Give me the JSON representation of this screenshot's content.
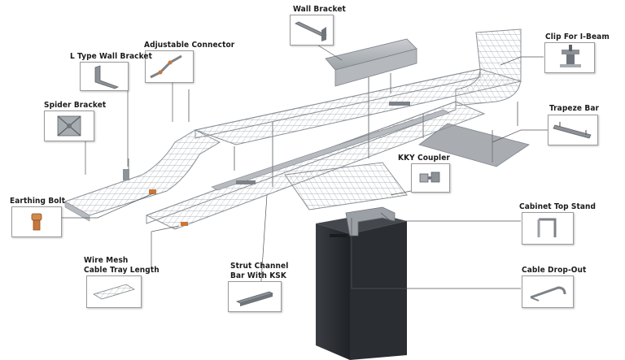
{
  "components": [
    {
      "id": "wall-bracket",
      "label": "Wall Bracket",
      "icon": "wall-bracket-icon"
    },
    {
      "id": "clip-for-i-beam",
      "label": "Clip For I-Beam",
      "icon": "i-beam-clip-icon"
    },
    {
      "id": "adjustable-connector",
      "label": "Adjustable Connector",
      "icon": "adjustable-connector-icon"
    },
    {
      "id": "l-type-wall-bracket",
      "label": "L Type Wall Bracket",
      "icon": "l-bracket-icon"
    },
    {
      "id": "spider-bracket",
      "label": "Spider Bracket",
      "icon": "spider-bracket-icon"
    },
    {
      "id": "trapeze-bar",
      "label": "Trapeze Bar",
      "icon": "trapeze-bar-icon"
    },
    {
      "id": "kky-coupler",
      "label": "KKY Coupler",
      "icon": "kky-coupler-icon"
    },
    {
      "id": "earthing-bolt",
      "label": "Earthing Bolt",
      "icon": "earthing-bolt-icon"
    },
    {
      "id": "cabinet-top-stand",
      "label": "Cabinet Top Stand",
      "icon": "cabinet-stand-icon"
    },
    {
      "id": "wire-mesh-tray",
      "label_line1": "Wire Mesh",
      "label_line2": "Cable Tray Length",
      "icon": "wire-mesh-tray-icon"
    },
    {
      "id": "strut-channel",
      "label_line1": "Strut Channel",
      "label_line2": "Bar With KSK",
      "icon": "strut-channel-icon"
    },
    {
      "id": "cable-drop-out",
      "label": "Cable Drop-Out",
      "icon": "cable-drop-out-icon"
    }
  ],
  "colors": {
    "tray_wire": "#9aa0a6",
    "tray_dark": "#6f757c",
    "cabinet": "#2b2e33",
    "leader": "#555555",
    "copper": "#c8763a"
  }
}
